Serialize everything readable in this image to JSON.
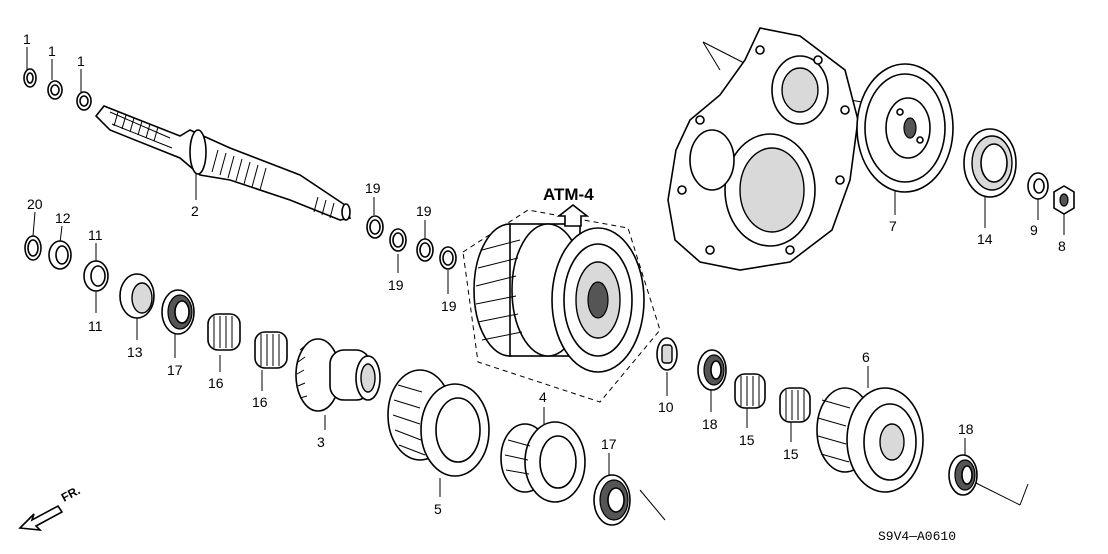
{
  "diagram": {
    "atm_label": "ATM-4",
    "code": "S9V4—A0610",
    "fr_label": "FR.",
    "callouts": [
      "1",
      "1",
      "1",
      "2",
      "20",
      "12",
      "11",
      "11",
      "13",
      "17",
      "16",
      "16",
      "3",
      "5",
      "4",
      "17",
      "19",
      "19",
      "19",
      "19",
      "10",
      "18",
      "15",
      "15",
      "6",
      "18",
      "7",
      "14",
      "9",
      "8"
    ],
    "colors": {
      "ink": "#000000",
      "paper": "#ffffff",
      "shade": "#d9d9d9"
    }
  }
}
